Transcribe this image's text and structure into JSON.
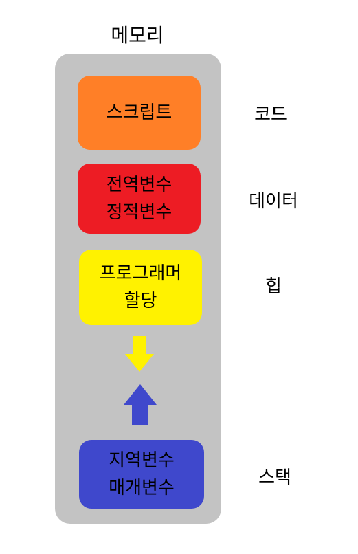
{
  "title": "메모리",
  "colors": {
    "memory_bg": "#c3c3c3",
    "code": "#ff7f27",
    "data": "#ed1c24",
    "heap": "#fff200",
    "stack": "#3f48cc",
    "down_arrow": "#fff200",
    "up_arrow": "#3f48cc"
  },
  "blocks": {
    "code": {
      "lines": [
        "스크립트"
      ]
    },
    "data": {
      "lines": [
        "전역변수",
        "정적변수"
      ]
    },
    "heap": {
      "lines": [
        "프로그래머",
        "할당"
      ]
    },
    "stack": {
      "lines": [
        "지역변수",
        "매개변수"
      ]
    }
  },
  "segments": {
    "code": "코드",
    "data": "데이터",
    "heap": "힙",
    "stack": "스택"
  }
}
